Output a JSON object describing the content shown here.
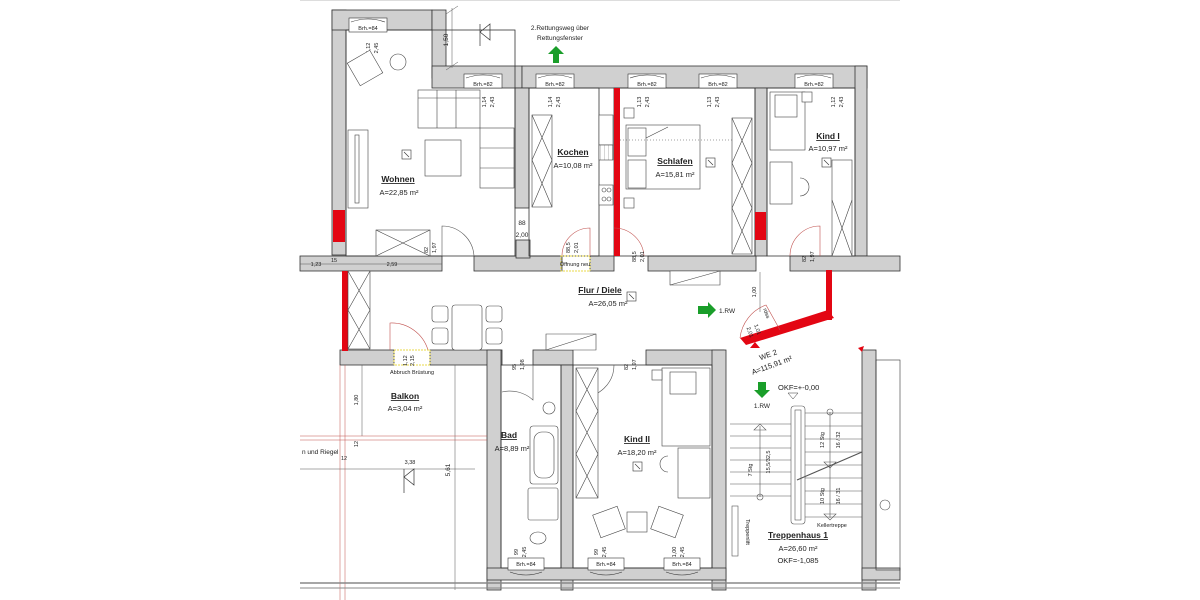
{
  "plan": {
    "colors": {
      "wall_fill": "#d0d0d0",
      "wall_stroke": "#333333",
      "new_wall": "#e30613",
      "escape_arrow": "#1a9e2a",
      "demolition_line": "#e8d84a",
      "balcony_outline": "#c0504d"
    },
    "header_note": {
      "line1": "2.Rettungsweg über",
      "line2": "Rettungsfenster"
    },
    "rooms": [
      {
        "id": "wohnen",
        "name": "Wohnen",
        "area": "A=22,85 m²"
      },
      {
        "id": "kochen",
        "name": "Kochen",
        "area": "A=10,08 m²"
      },
      {
        "id": "schlafen",
        "name": "Schlafen",
        "area": "A=15,81 m²"
      },
      {
        "id": "kind1",
        "name": "Kind I",
        "area": "A=10,97 m²"
      },
      {
        "id": "flur",
        "name": "Flur / Diele",
        "area": "A=26,05 m²"
      },
      {
        "id": "balkon",
        "name": "Balkon",
        "area": "A=3,04 m²"
      },
      {
        "id": "bad",
        "name": "Bad",
        "area": "A=8,89 m²"
      },
      {
        "id": "kind2",
        "name": "Kind II",
        "area": "A=18,20 m²"
      },
      {
        "id": "treppenhaus",
        "name": "Treppenhaus 1",
        "area": "A=26,60 m²",
        "level": "OKF=-1,085"
      }
    ],
    "unit": {
      "name": "WE 2",
      "area": "A=115,91 m²"
    },
    "levels": {
      "entrance": "OKF=+-0,00"
    },
    "windows": {
      "top": [
        {
          "brh": "Brh.=84",
          "w": "1,12",
          "h": "2,45"
        },
        {
          "brh": "Brh.=82",
          "w": "1,14",
          "h": "2,43"
        },
        {
          "brh": "Brh.=82",
          "w": "1,14",
          "h": "2,43"
        },
        {
          "brh": "Brh.=82",
          "w": "1,13",
          "h": "2,43"
        },
        {
          "brh": "Brh.=82",
          "w": "1,13",
          "h": "2,43"
        },
        {
          "brh": "Brh.=82",
          "w": "1,12",
          "h": "2,43"
        }
      ],
      "bottom": [
        {
          "brh": "Brh.=84",
          "w": "99",
          "h": "2,45"
        },
        {
          "brh": "Brh.=84",
          "w": "99",
          "h": "2,45"
        },
        {
          "brh": "Brh.=84",
          "w": "1,00",
          "h": "2,45"
        }
      ]
    },
    "doors": {
      "wohnen": {
        "w": "82",
        "h": "1,97"
      },
      "wohnen_opening": {
        "w": "88",
        "h": "2,00"
      },
      "kochen": {
        "w": "88,5",
        "h": "2,01",
        "note": "Öffnung neu"
      },
      "schlafen": {
        "w": "88,5",
        "h": "2,01"
      },
      "kind1": {
        "w": "82",
        "h": "1,97"
      },
      "bad": {
        "w": "95",
        "h": "1,98"
      },
      "kind2": {
        "w": "82",
        "h": "1,97"
      },
      "entrance": {
        "w": "1,01",
        "h": "2,01",
        "note": "rdss"
      },
      "balkon": {
        "w": "1,12",
        "h": "2,15",
        "note": "Abbruch Brüstung"
      }
    },
    "dimensions": {
      "top_offset": "1,50",
      "left_a": "1,23",
      "left_b": "15",
      "left_c": "2,59",
      "entrance_wall": "1,00",
      "balkon_depth": "1,80",
      "balkon_rail": "12",
      "balkon_rail2": "12",
      "bottom_width": "3,38",
      "bottom_height": "5,61"
    },
    "escape_routes": {
      "primary_1": "1.RW",
      "primary_2": "1.RW"
    },
    "notes": {
      "riegel": "n und Riegel",
      "treppenlift": "Treppenlift",
      "kellertreppe": "Kellertreppe"
    },
    "stairs": {
      "flight_a_steps": "7 Stg",
      "flight_a_ratio": "15,5/32,5",
      "flight_b_steps": "12 Stg",
      "flight_b_ratio": "16 / 32",
      "flight_c_steps": "10 Stg",
      "flight_c_ratio": "16 / 31"
    }
  }
}
